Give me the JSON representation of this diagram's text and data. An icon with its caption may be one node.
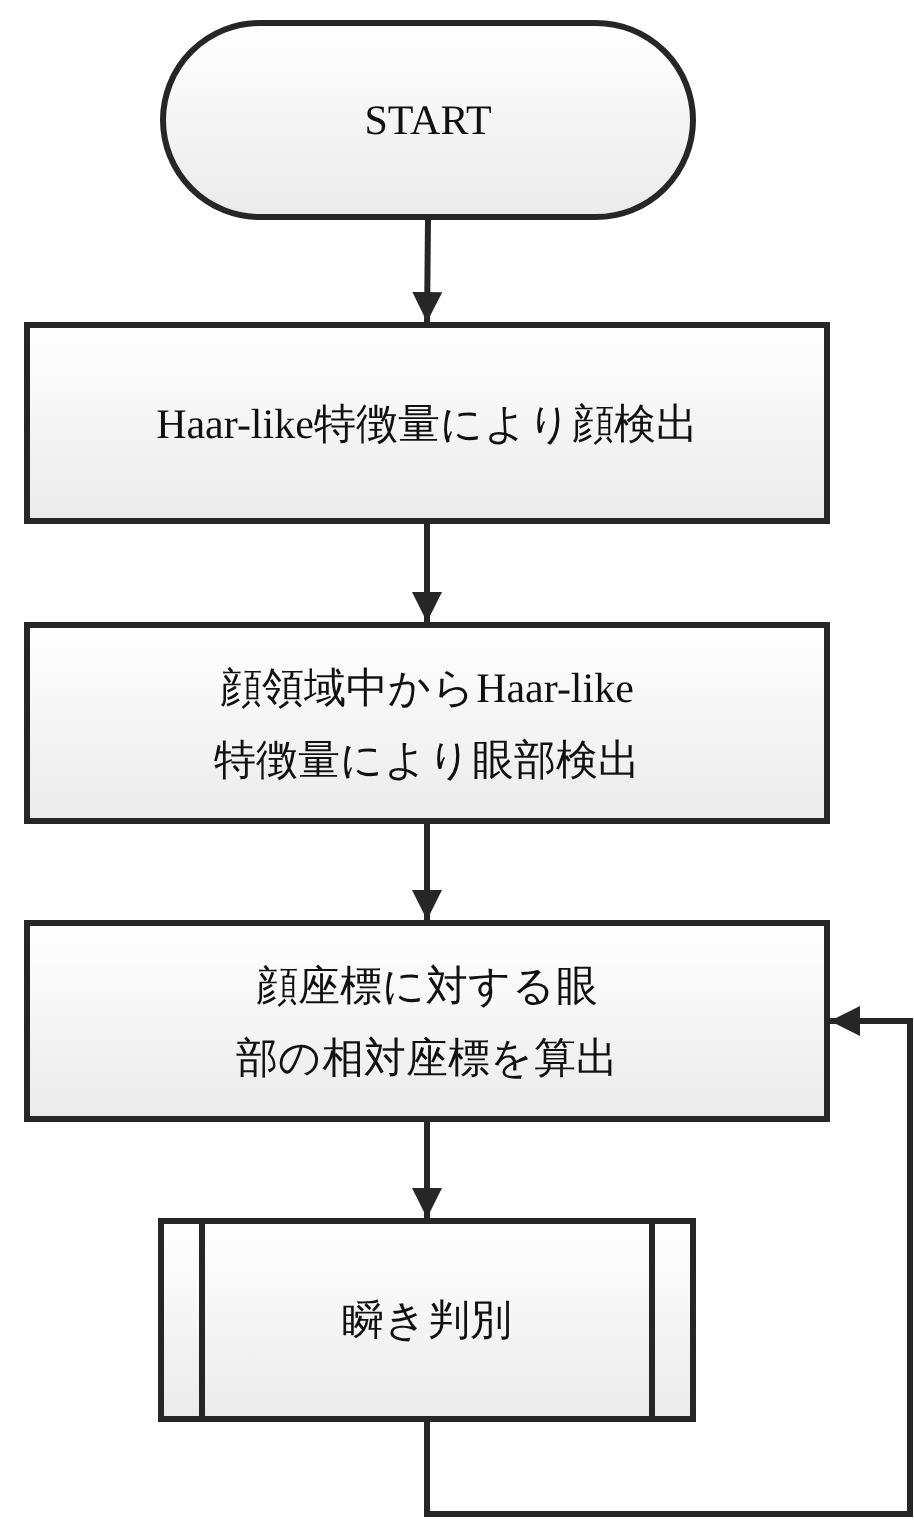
{
  "diagram": {
    "nodes": [
      {
        "text": [
          "START"
        ]
      },
      {
        "text": [
          "Haar-like特徴量により顔検出"
        ]
      },
      {
        "text": [
          "顔領域中からHaar-like特徴量により眼部検出"
        ]
      },
      {
        "text": [
          "顔座標に対する眼部の相対座標を算出"
        ]
      },
      {
        "text": [
          "瞬き判別"
        ]
      }
    ],
    "edges": [
      {
        "from": 0,
        "to": 1,
        "arrow": "to"
      },
      {
        "from": 1,
        "to": 2,
        "arrow": "to"
      },
      {
        "from": 2,
        "to": 3,
        "arrow": "to"
      },
      {
        "from": 3,
        "to": 4,
        "arrow": "to"
      },
      {
        "from": 4,
        "to": 3,
        "arrow": "to"
      }
    ]
  }
}
